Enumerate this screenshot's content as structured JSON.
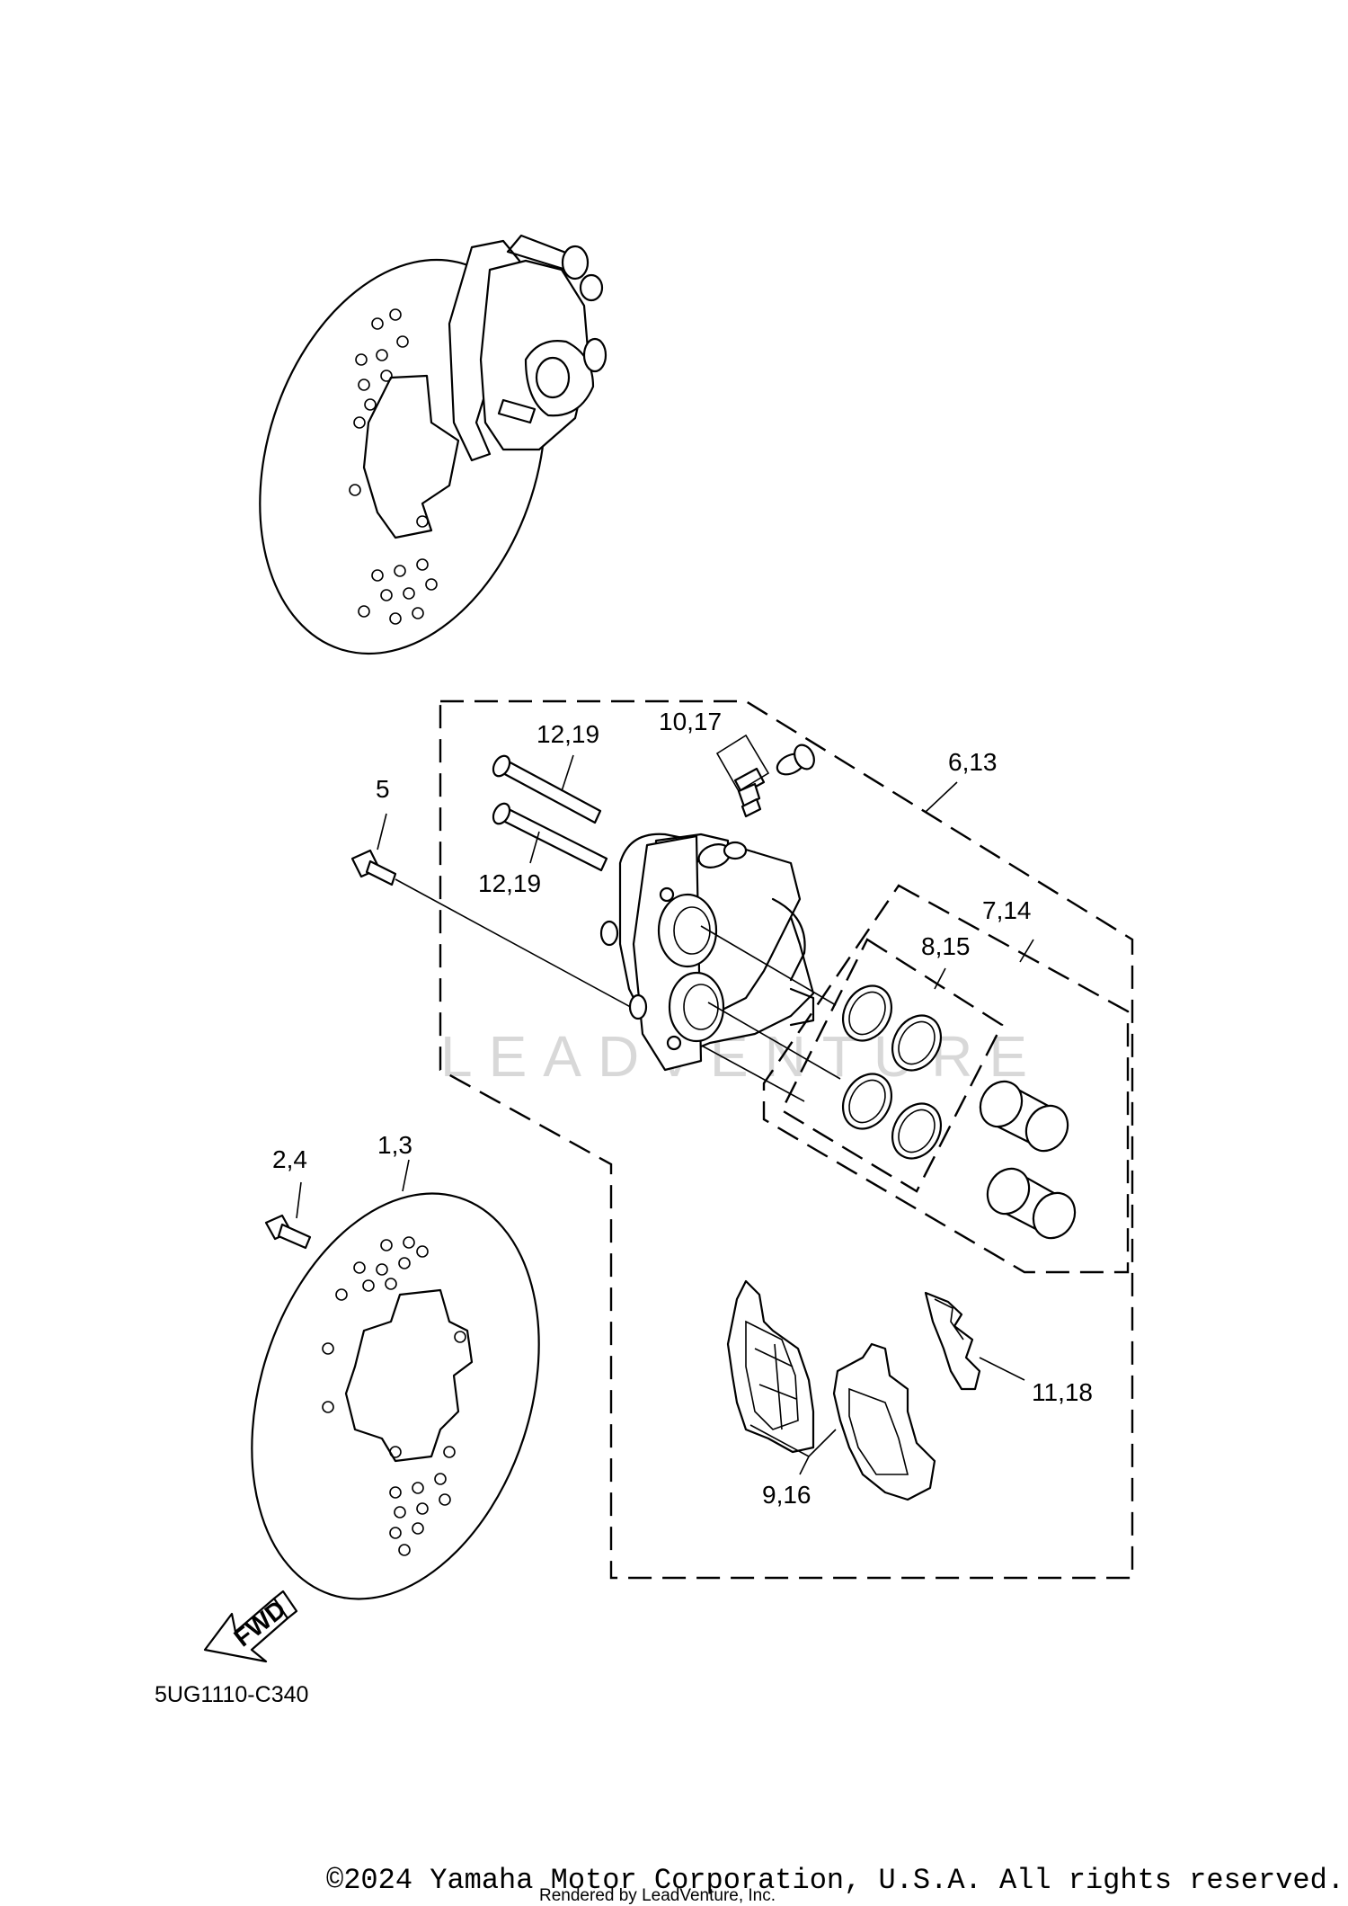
{
  "watermark": "LEADVENTURE",
  "labels": {
    "rotor": "1,3",
    "rotor_bolt": "2,4",
    "caliper_bolt": "5",
    "caliper_assy": "6,13",
    "seal_kit": "7,14",
    "piston_seal": "8,15",
    "brake_pads": "9,16",
    "bleed_screw": "10,17",
    "pad_spring": "11,18",
    "pin_upper": "12,19",
    "pin_lower": "12,19"
  },
  "fwd_label": "FWD",
  "diagram_code": "5UG1110-C340",
  "copyright": "©2024 Yamaha Motor Corporation, U.S.A. All rights reserved.",
  "rendered_by": "Rendered by LeadVenture, Inc."
}
